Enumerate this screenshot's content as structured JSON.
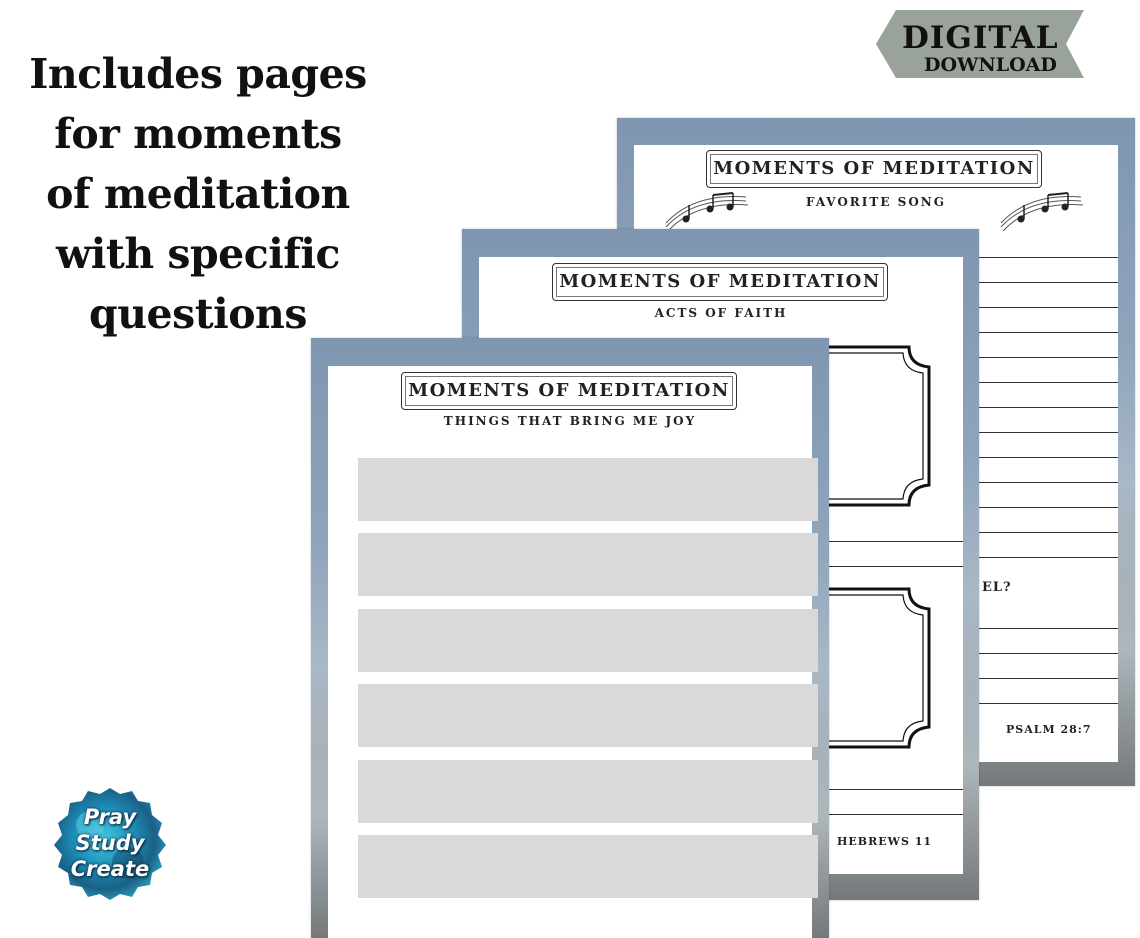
{
  "headline": {
    "lines": [
      "Includes pages",
      "for moments",
      "of meditation",
      "with specific",
      "questions"
    ]
  },
  "badge": {
    "line1": "DIGITAL",
    "line2": "DOWNLOAD"
  },
  "pages": {
    "back": {
      "title": "MOMENTS OF MEDITATION",
      "subtitle": "FAVORITE SONG",
      "partial_question": "EL?",
      "footer": "PSALM 28:7"
    },
    "middle": {
      "title": "MOMENTS OF MEDITATION",
      "subtitle": "ACTS OF FAITH",
      "footer": "HEBREWS 11"
    },
    "front": {
      "title": "MOMENTS OF MEDITATION",
      "subtitle": "THINGS THAT BRING ME JOY",
      "bar_count": 6
    }
  },
  "logo": {
    "lines": [
      "Pray",
      "Study",
      "Create"
    ]
  },
  "colors": {
    "sheet_blue": "#8fa4bb",
    "grey_bar": "#d9d9d9",
    "badge_grey": "#9aa39a"
  },
  "icons": [
    "music-notes-icon",
    "ornate-frame-icon"
  ]
}
